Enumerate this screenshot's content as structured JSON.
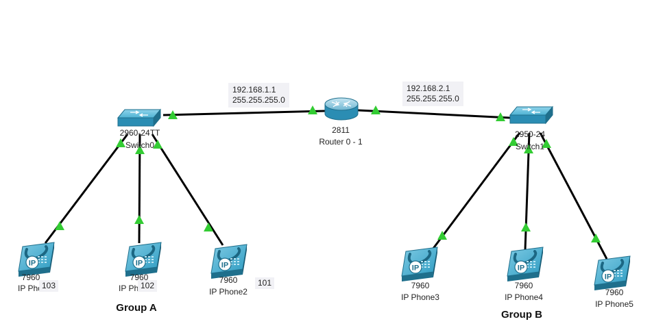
{
  "colors": {
    "link": "#000000",
    "link_up": "#33cc33",
    "device_blue": "#3aa5c9",
    "device_dark": "#1f6f8c",
    "note_bg": "#f1f1f5"
  },
  "devices": {
    "switch0": {
      "model": "2960-24TT",
      "name": "Switch0"
    },
    "switch1": {
      "model": "2950-24",
      "name": "Switch1"
    },
    "router": {
      "model": "2811",
      "name": "Router 0 - 1"
    },
    "phones": [
      {
        "model": "7960",
        "name": "IP Phone",
        "icon_text": "IP",
        "ext": "103"
      },
      {
        "model": "7960",
        "name": "IP Phone1",
        "icon_text": "IP",
        "ext": "102"
      },
      {
        "model": "7960",
        "name": "IP Phone2",
        "icon_text": "IP",
        "ext": "101"
      },
      {
        "model": "7960",
        "name": "IP Phone3",
        "icon_text": "IP"
      },
      {
        "model": "7960",
        "name": "IP Phone4",
        "icon_text": "IP"
      },
      {
        "model": "7960",
        "name": "IP Phone5",
        "icon_text": "IP"
      }
    ]
  },
  "notes": {
    "left": {
      "ip": "192.168.1.1",
      "mask": "255.255.255.0"
    },
    "right": {
      "ip": "192.168.2.1",
      "mask": "255.255.255.0"
    }
  },
  "groups": {
    "a": "Group A",
    "b": "Group B"
  }
}
